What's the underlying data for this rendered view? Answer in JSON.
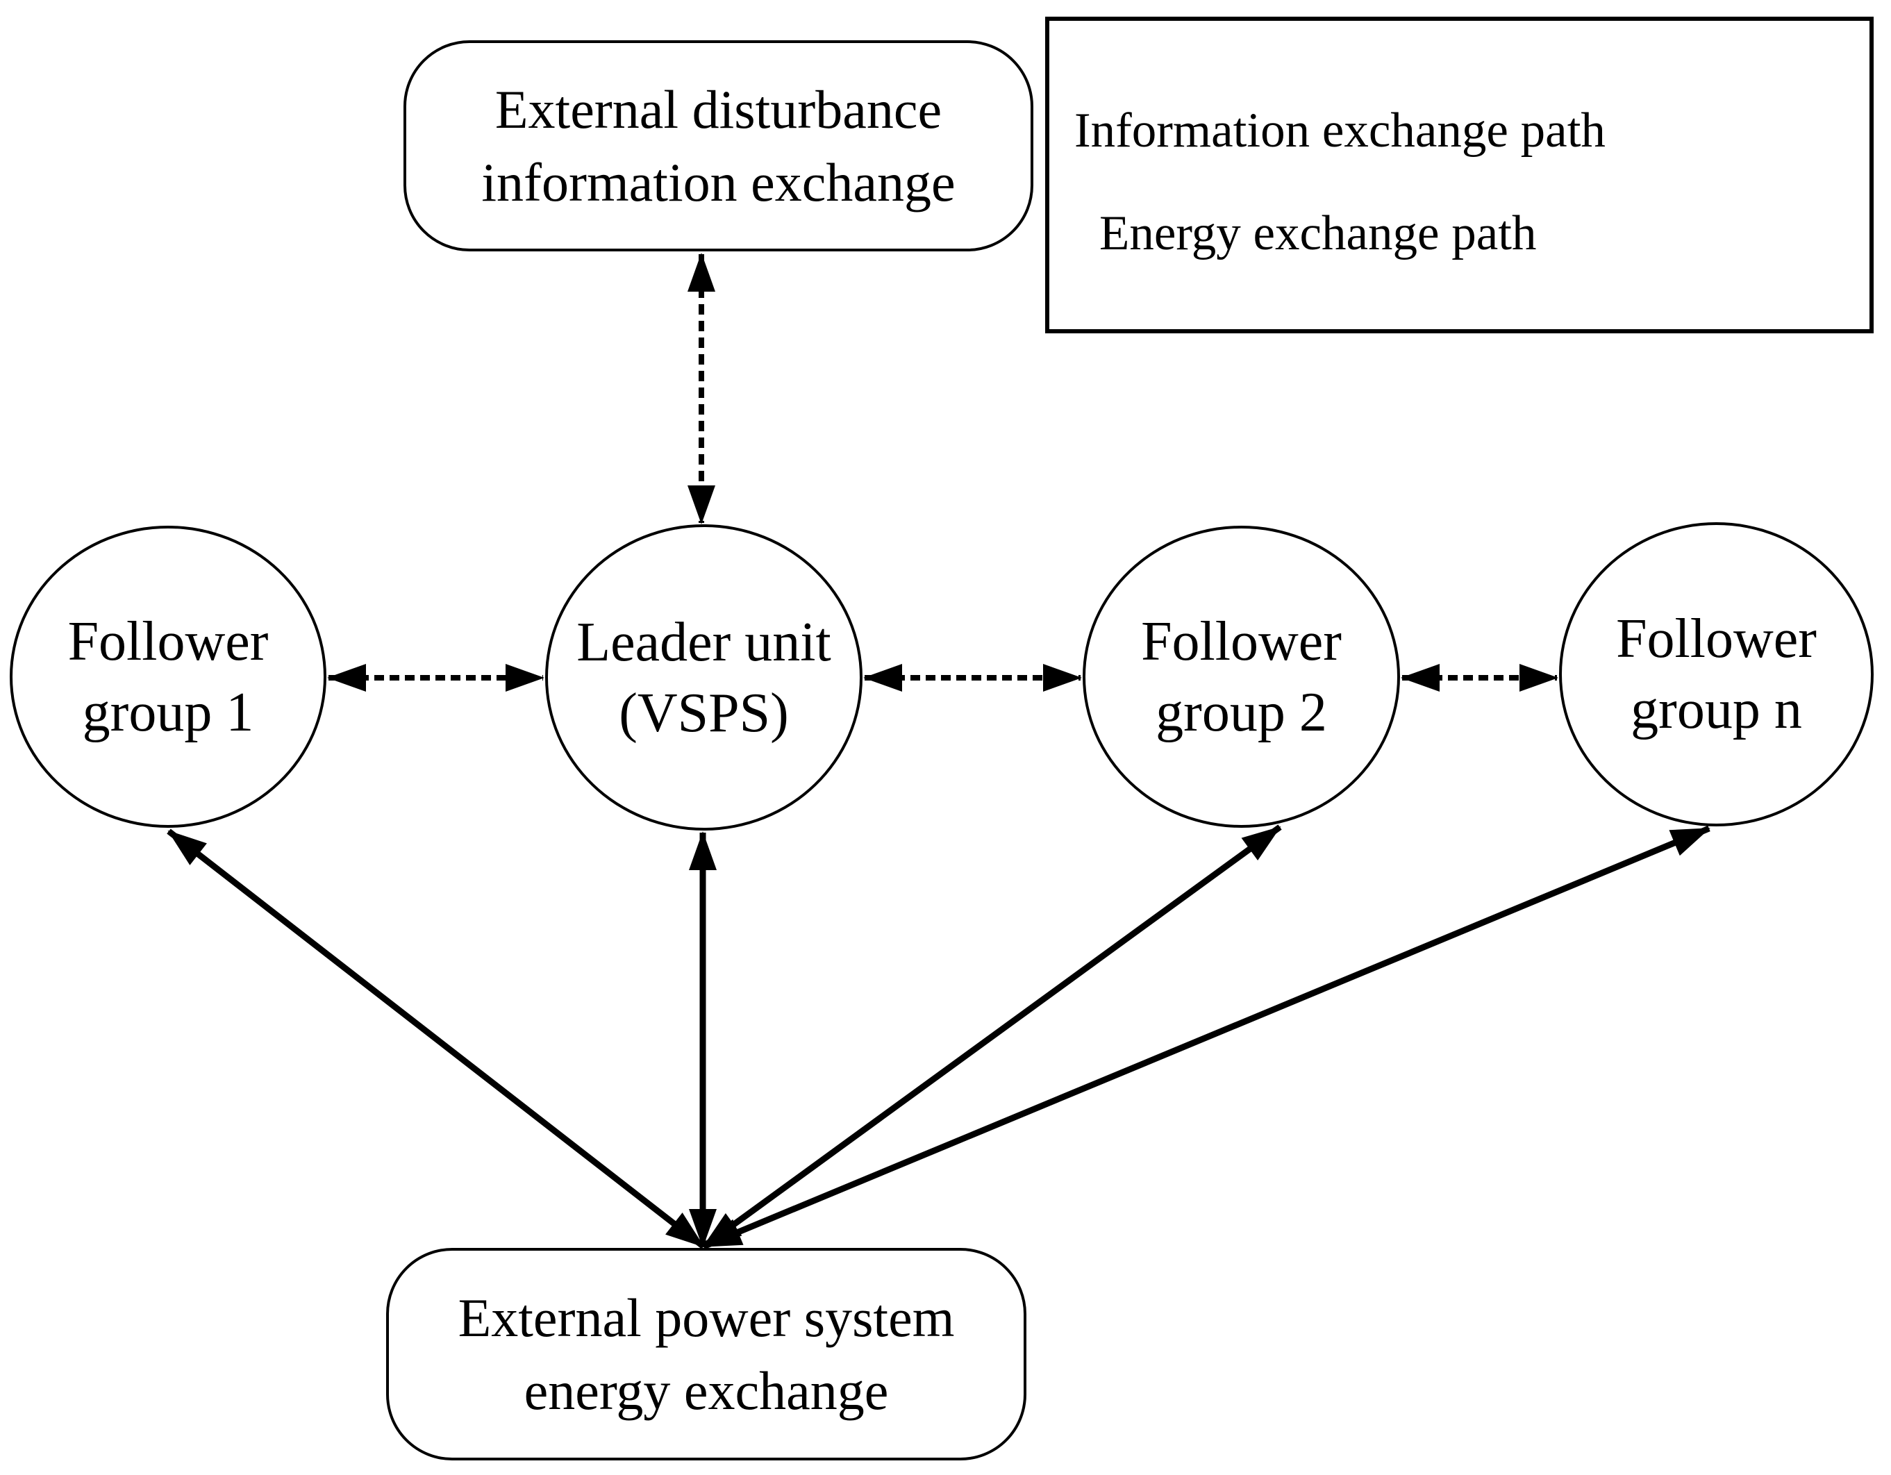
{
  "colors": {
    "ink": "#000000",
    "background": "#ffffff"
  },
  "nodes": {
    "external_disturbance": {
      "line1": "External disturbance",
      "line2": "information exchange"
    },
    "leader_unit": {
      "line1": "Leader unit",
      "line2": "(VSPS)"
    },
    "follower_group_1": {
      "line1": "Follower",
      "line2": "group 1"
    },
    "follower_group_2": {
      "line1": "Follower",
      "line2": "group 2"
    },
    "follower_group_n": {
      "line1": "Follower",
      "line2": "group n"
    },
    "external_power": {
      "line1": "External power system",
      "line2": "energy exchange"
    }
  },
  "legend": {
    "rows": [
      {
        "label": "Information exchange path",
        "style": "dashed-double-arrow"
      },
      {
        "label": "Energy exchange path",
        "style": "solid-double-arrow"
      }
    ]
  },
  "connections": {
    "information_exchange": [
      {
        "from": "external_disturbance",
        "to": "leader_unit"
      },
      {
        "from": "follower_group_1",
        "to": "leader_unit"
      },
      {
        "from": "leader_unit",
        "to": "follower_group_2"
      },
      {
        "from": "follower_group_2",
        "to": "follower_group_n"
      }
    ],
    "energy_exchange": [
      {
        "from": "external_power",
        "to": "follower_group_1"
      },
      {
        "from": "external_power",
        "to": "leader_unit"
      },
      {
        "from": "external_power",
        "to": "follower_group_2"
      },
      {
        "from": "external_power",
        "to": "follower_group_n"
      }
    ]
  }
}
